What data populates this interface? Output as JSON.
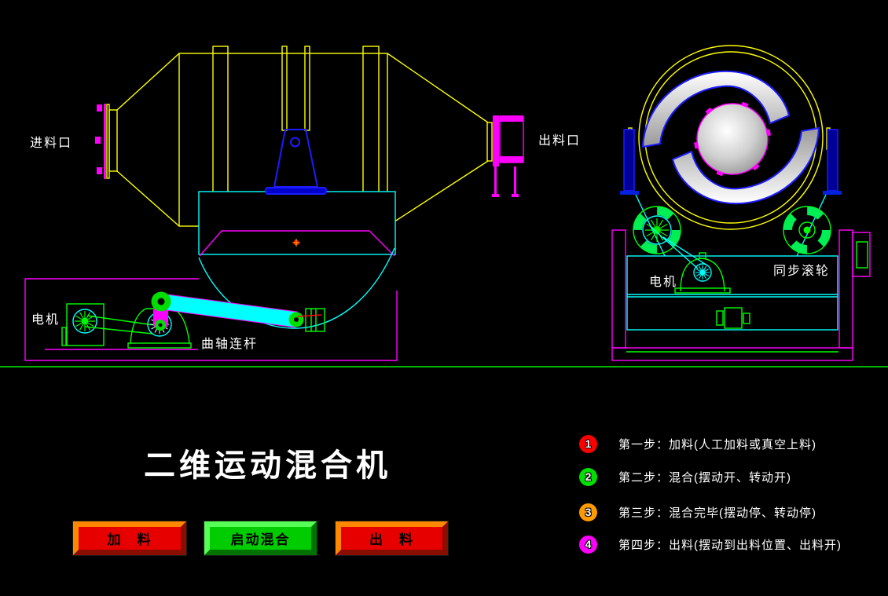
{
  "title": "二维运动混合机",
  "diagram": {
    "left_view": {
      "inlet_label": "进料口",
      "outlet_label": "出料口",
      "motor_label": "电机",
      "crank_label": "曲轴连杆",
      "indicator_dot_color": "#ff0000"
    },
    "right_view": {
      "motor_label": "电机",
      "sync_roller_label": "同步滚轮"
    },
    "colors": {
      "outline_yellow": "#ffff00",
      "magenta": "#ff00ff",
      "cyan": "#00ffff",
      "green": "#00ff00",
      "blue": "#1c1cff",
      "separator_green": "#00b400"
    }
  },
  "buttons": [
    {
      "label": "加　料",
      "face_color": "#e60000",
      "highlight_color": "#ff8800",
      "shadow_color": "#8a0e00"
    },
    {
      "label": "启动混合",
      "face_color": "#00cc00",
      "highlight_color": "#55ff55",
      "shadow_color": "#007200"
    },
    {
      "label": "出　料",
      "face_color": "#e60000",
      "highlight_color": "#ff8800",
      "shadow_color": "#8a0e00"
    }
  ],
  "steps": [
    {
      "num": "1",
      "badge_color": "#ff0000",
      "text": "第一步：加料(人工加料或真空上料)"
    },
    {
      "num": "2",
      "badge_color": "#00e000",
      "text": "第二步：混合(摆动开、转动开)"
    },
    {
      "num": "3",
      "badge_color": "#ff9900",
      "text": "第三步：混合完毕(摆动停、转动停)"
    },
    {
      "num": "4",
      "badge_color": "#ff00ff",
      "text": "第四步：出料(摆动到出料位置、出料开)"
    }
  ]
}
